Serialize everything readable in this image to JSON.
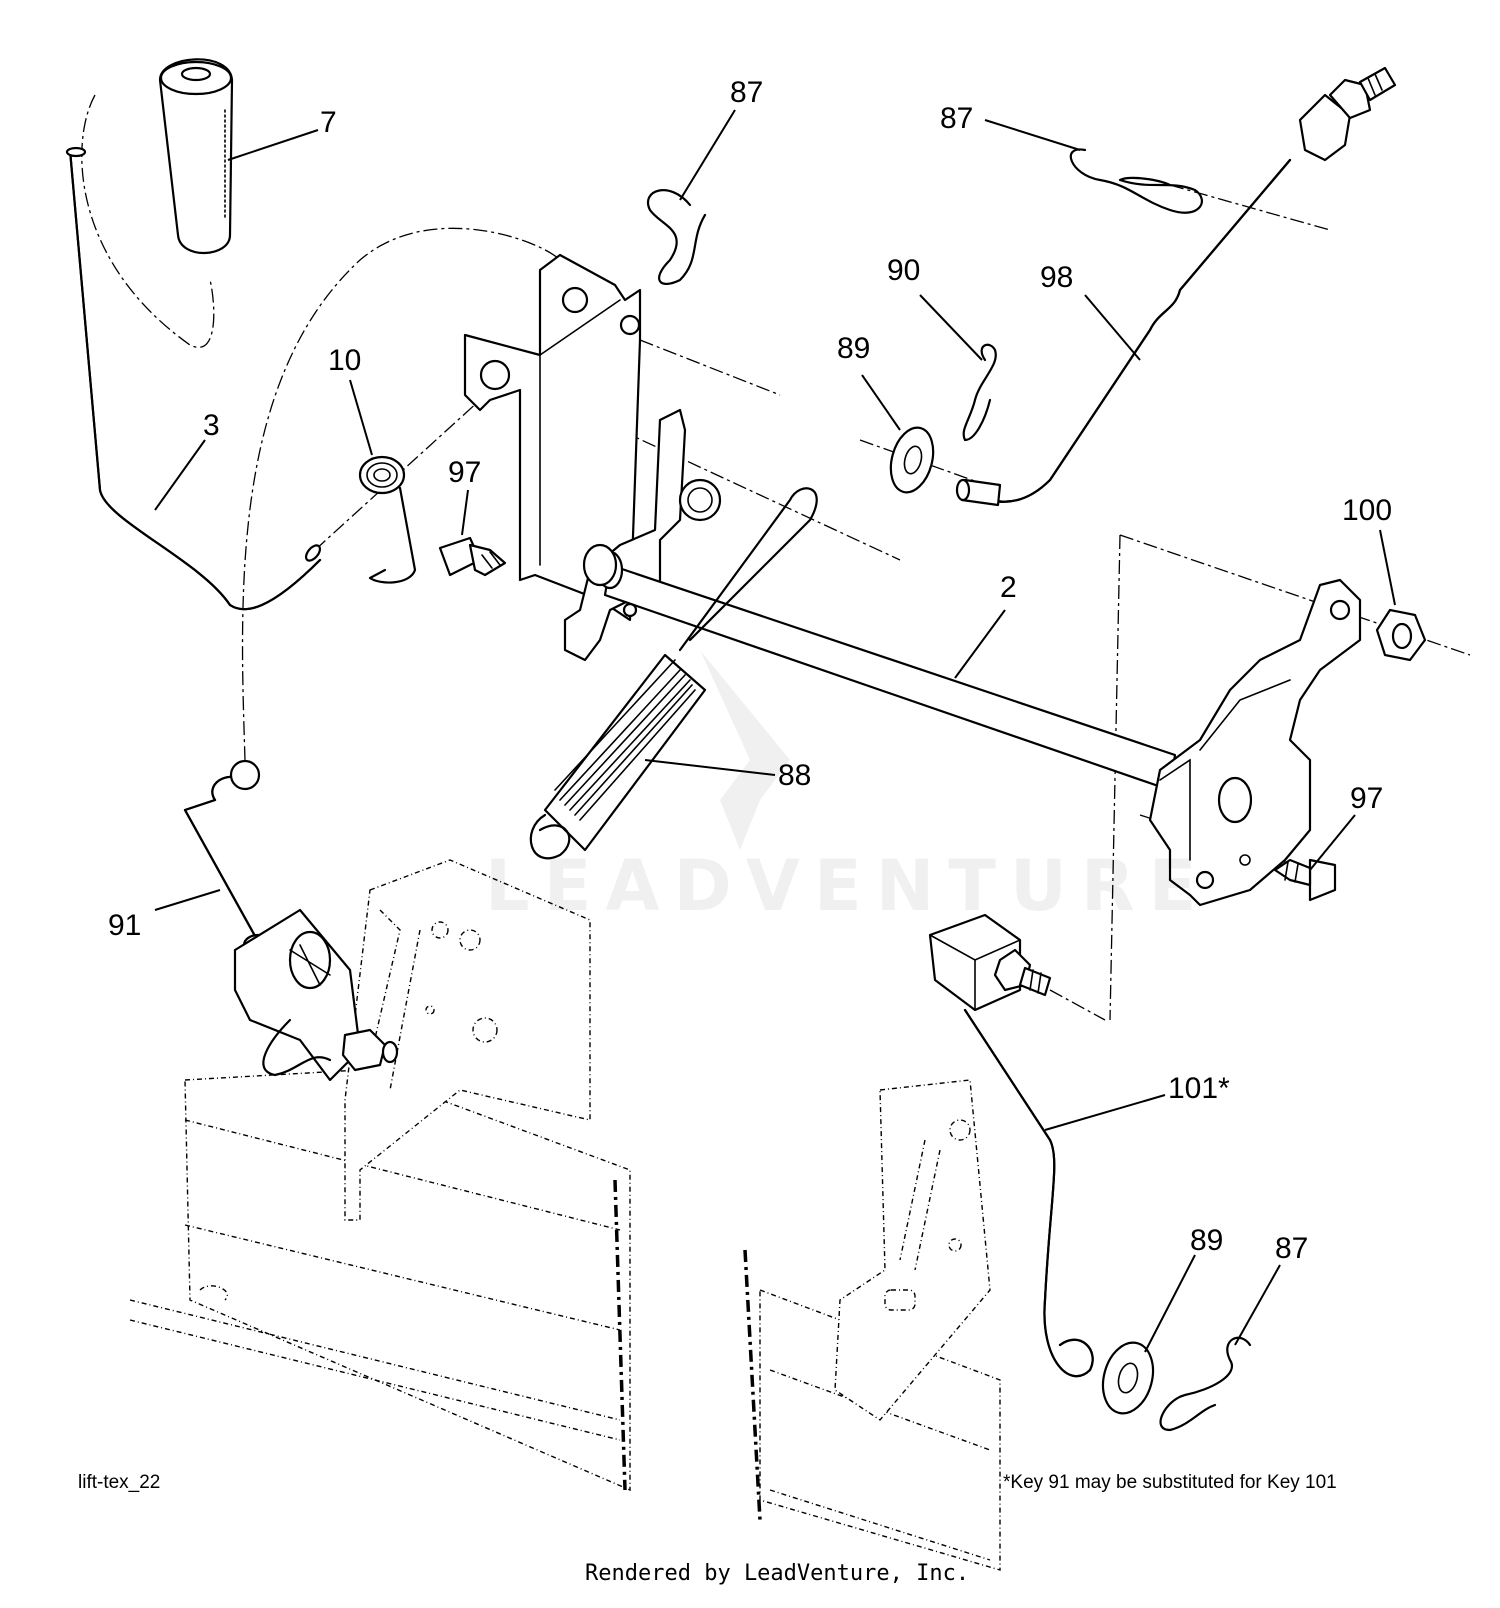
{
  "diagram": {
    "callouts": {
      "c7": "7",
      "c87a": "87",
      "c87b": "87",
      "c87c": "87",
      "c90": "90",
      "c98": "98",
      "c89a": "89",
      "c89b": "89",
      "c10": "10",
      "c3": "3",
      "c97a": "97",
      "c97b": "97",
      "c100": "100",
      "c2": "2",
      "c88": "88",
      "c91": "91",
      "c101": "101*"
    },
    "watermark": "LEADVENTURE",
    "figure_code": "lift-tex_22",
    "footnote": "*Key 91 may be substituted for Key 101",
    "rendered_by": "Rendered by LeadVenture, Inc."
  }
}
